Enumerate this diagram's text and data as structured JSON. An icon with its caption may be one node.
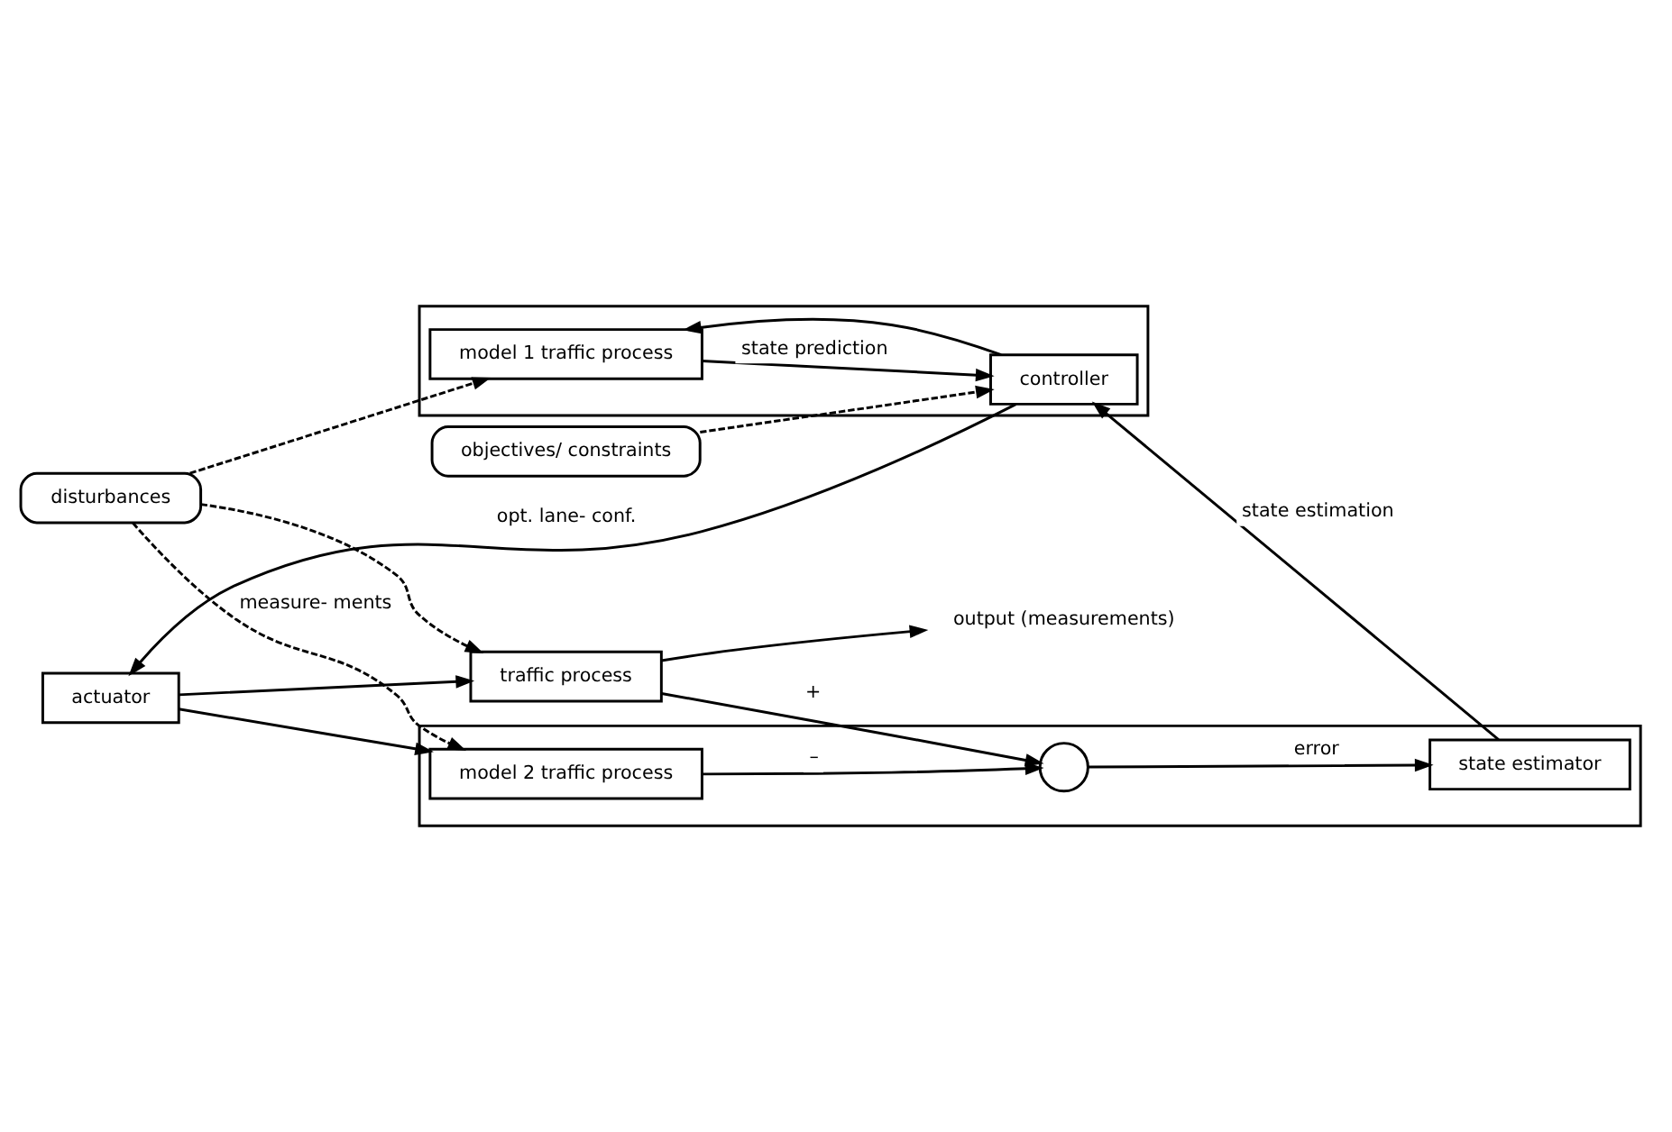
{
  "diagram": {
    "nodes": [
      {
        "text": [],
        "shape": "box"
      },
      {
        "text": [
          "model 1 traffic process"
        ],
        "in": 0
      },
      {
        "text": [
          "controller"
        ],
        "in": 0
      },
      {
        "text": [
          "disturbances"
        ]
      },
      {
        "text": [
          "actuator"
        ]
      },
      {
        "text": [
          "traffic process"
        ]
      },
      {
        "text": [
          "objectives/ constraints"
        ]
      },
      {
        "text": [],
        "shape": "box"
      },
      {
        "text": [
          "model 2 traffic process"
        ],
        "in": 7
      },
      {
        "text": [],
        "shape": "circle",
        "in": 7
      },
      {
        "text": [
          "state estimator"
        ],
        "in": 7
      },
      {
        "text": [
          "output (measurements)"
        ]
      }
    ],
    "edges": [
      {
        "from": 3,
        "to": 1,
        "arrow": "to",
        "style": "dashed"
      },
      {
        "from": 1,
        "to": 2,
        "arrow": "to",
        "label": "state prediction"
      },
      {
        "from": 2,
        "to": 1,
        "arrow": "to"
      },
      {
        "from": 2,
        "to": 4,
        "arrow": "to",
        "label": "opt. lane- conf."
      },
      {
        "from": 4,
        "to": 5,
        "arrow": "to"
      },
      {
        "from": 3,
        "to": 5,
        "arrow": "to",
        "style": "dashed"
      },
      {
        "from": 3,
        "to": 8,
        "arrow": "to",
        "style": "dashed",
        "label": "measure- ments"
      },
      {
        "from": 4,
        "to": 8,
        "arrow": "to"
      },
      {
        "from": 6,
        "to": 2,
        "arrow": "to",
        "style": "dashed"
      },
      {
        "from": 5,
        "to": 11,
        "arrow": "to"
      },
      {
        "from": 5,
        "to": 9,
        "arrow": "to",
        "label": "+"
      },
      {
        "from": 8,
        "to": 9,
        "arrow": "to",
        "label": "–"
      },
      {
        "from": 9,
        "to": 10,
        "arrow": "to",
        "label": "error"
      },
      {
        "from": 10,
        "to": 2,
        "arrow": "to",
        "label": "state estimation"
      }
    ]
  }
}
